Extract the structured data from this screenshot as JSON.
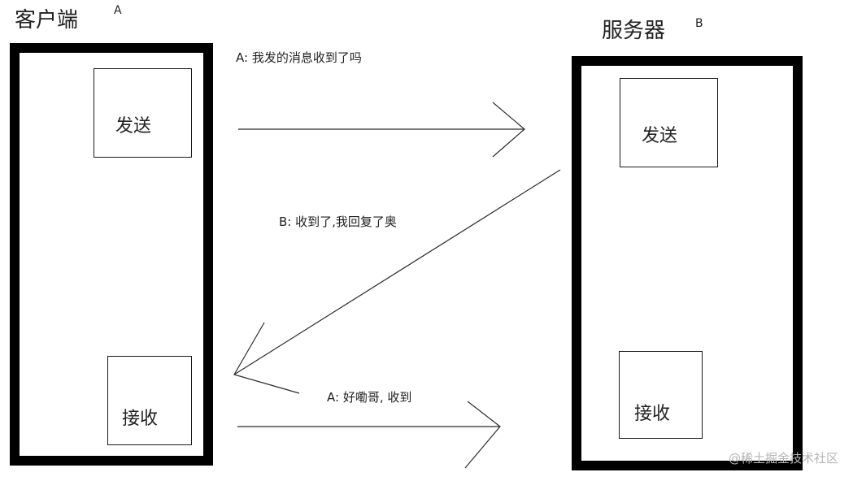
{
  "client": {
    "title": "客户端",
    "tag": "A",
    "send_label": "发送",
    "receive_label": "接收"
  },
  "server": {
    "title": "服务器",
    "tag": "B",
    "send_label": "发送",
    "receive_label": "接收"
  },
  "messages": [
    {
      "text": "A: 我发的消息收到了吗",
      "direction": "client-to-server"
    },
    {
      "text": "B: 收到了,我回复了奥",
      "direction": "server-to-client"
    },
    {
      "text": "A: 好嘞哥, 收到",
      "direction": "client-to-server"
    }
  ],
  "watermark": "@稀土掘金技术社区"
}
